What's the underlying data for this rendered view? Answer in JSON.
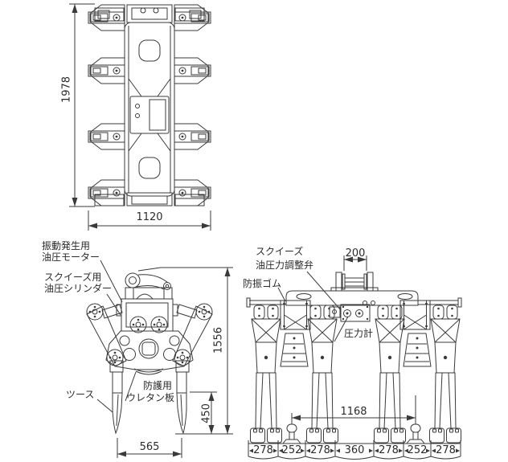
{
  "palette": {
    "line": "#3a3a3a",
    "text": "#2b2b2b",
    "background": "#ffffff"
  },
  "plan_view": {
    "dimensions": {
      "overall_length_mm": "1978",
      "overall_width_mm": "1120"
    }
  },
  "front_view": {
    "labels": {
      "vibration_motor": [
        "振動発生用",
        "油圧モーター"
      ],
      "squeeze_cylinder": [
        "スクイーズ用",
        "油圧シリンダー"
      ],
      "tooth": "ツース",
      "urethane_plate": [
        "防護用",
        "ウレタン板"
      ]
    },
    "dimensions": {
      "overall_height_mm": "1556",
      "tooth_depth_mm": "450",
      "tooth_spacing_mm": "565"
    }
  },
  "side_view": {
    "labels": {
      "squeeze_pressure_valve": [
        "スクイーズ",
        "油圧力調整弁"
      ],
      "anti_vibration_rubber": "防振ゴム",
      "pressure_gauge": "圧力計"
    },
    "dimensions": {
      "mount_width_mm": "200",
      "tine_span_mm": "1168",
      "segment_widths_mm": [
        "278",
        "252",
        "278",
        "360",
        "278",
        "252",
        "278"
      ]
    }
  }
}
